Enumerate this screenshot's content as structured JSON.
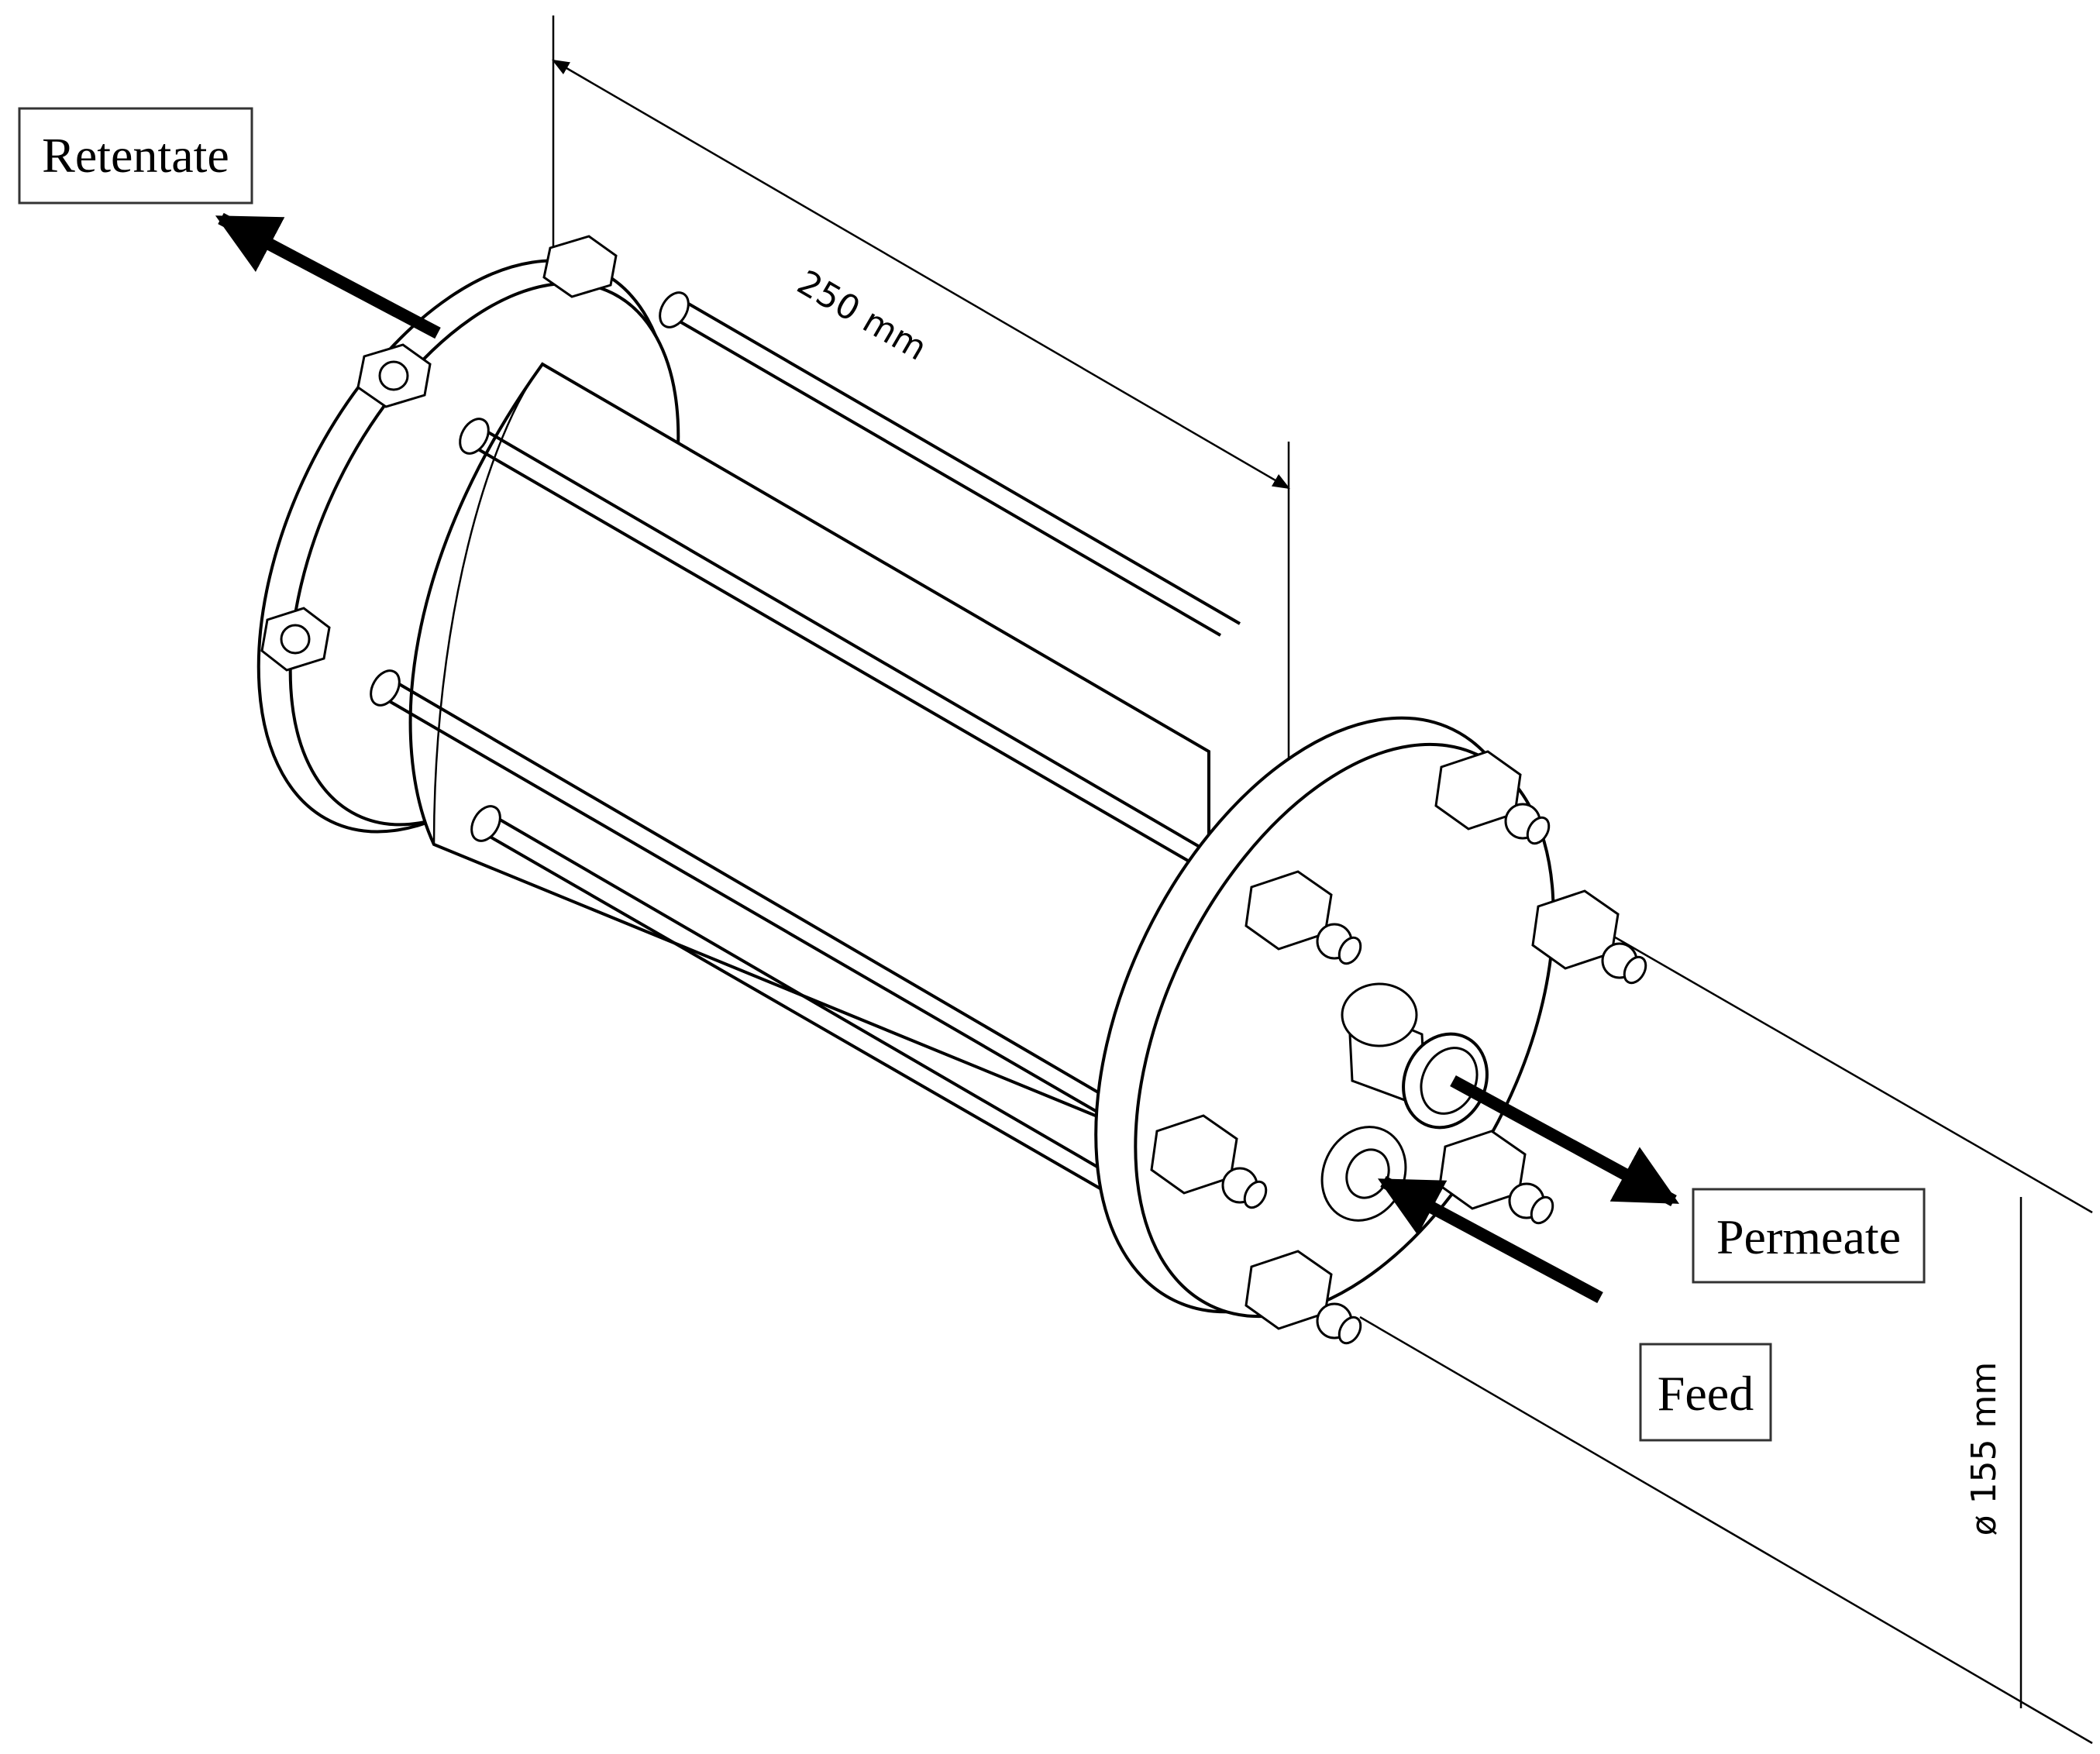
{
  "labels": {
    "retentate": "Retentate",
    "permeate": "Permeate",
    "feed": "Feed"
  },
  "dimensions": {
    "length": "250 mm",
    "diameter": "ø 155 mm"
  }
}
